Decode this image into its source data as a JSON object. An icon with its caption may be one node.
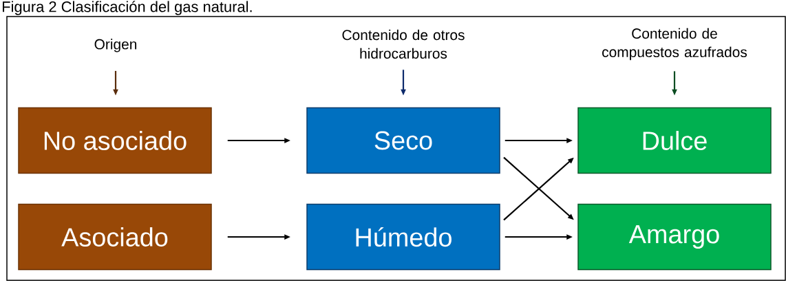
{
  "diagram": {
    "title": "Figura 2 Clasificación del gas natural.",
    "nodes": [
      {
        "text": [
          "Origen"
        ]
      },
      {
        "text": [
          "Contenido de otros hidrocarburos"
        ]
      },
      {
        "text": [
          "Contenido de compuestos azufrados"
        ]
      },
      {
        "text": [
          "No asociado"
        ]
      },
      {
        "text": [
          "Seco"
        ]
      },
      {
        "text": [
          "Dulce"
        ]
      },
      {
        "text": [
          "Asociado"
        ]
      },
      {
        "text": [
          "Húmedo"
        ]
      },
      {
        "text": [
          "Amargo"
        ]
      }
    ],
    "edges": [
      {
        "from": 0,
        "to": 3,
        "arrow": "to",
        "color": "#5a2d0c"
      },
      {
        "from": 1,
        "to": 4,
        "arrow": "to",
        "color": "#0d2a6b"
      },
      {
        "from": 2,
        "to": 5,
        "arrow": "to",
        "color": "#0b4d22"
      },
      {
        "from": 3,
        "to": 4,
        "arrow": "to"
      },
      {
        "from": 6,
        "to": 7,
        "arrow": "to"
      },
      {
        "from": 4,
        "to": 5,
        "arrow": "to"
      },
      {
        "from": 4,
        "to": 8,
        "arrow": "to"
      },
      {
        "from": 7,
        "to": 5,
        "arrow": "to"
      },
      {
        "from": 7,
        "to": 8,
        "arrow": "to"
      }
    ]
  }
}
